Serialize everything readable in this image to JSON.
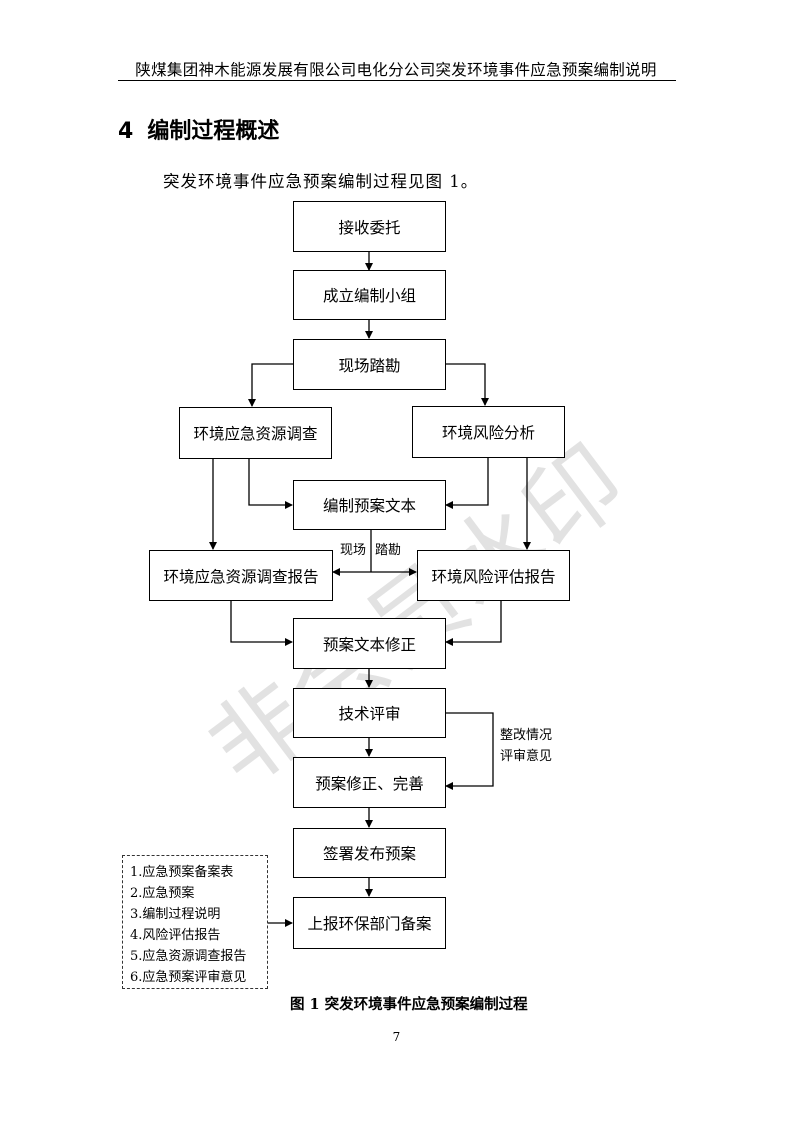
{
  "header": {
    "title": "陕煤集团神木能源发展有限公司电化分公司突发环境事件应急预案编制说明"
  },
  "section": {
    "number": "4",
    "title": "编制过程概述"
  },
  "intro": {
    "text": "突发环境事件应急预案编制过程见图 1。"
  },
  "watermark": {
    "text": "非会员水印"
  },
  "flow": {
    "box_receive": "接收委托",
    "box_team": "成立编制小组",
    "box_survey": "现场踏勘",
    "box_resource_investigation": "环境应急资源调查",
    "box_risk_analysis": "环境风险分析",
    "box_draft": "编制预案文本",
    "box_resource_report": "环境应急资源调查报告",
    "box_risk_report": "环境风险评估报告",
    "box_revise": "预案文本修正",
    "box_review": "技术评审",
    "box_finalize": "预案修正、完善",
    "box_sign": "签署发布预案",
    "box_file": "上报环保部门备案",
    "label_site": "现场",
    "label_survey": "踏勘",
    "label_fix": "整改情况",
    "label_opinion": "评审意见"
  },
  "attachments": [
    "1.应急预案备案表",
    "2.应急预案",
    "3.编制过程说明",
    "4.风险评估报告",
    "5.应急资源调查报告",
    "6.应急预案评审意见"
  ],
  "figure": {
    "caption": "图 1  突发环境事件应急预案编制过程"
  },
  "page": {
    "number": "7"
  }
}
